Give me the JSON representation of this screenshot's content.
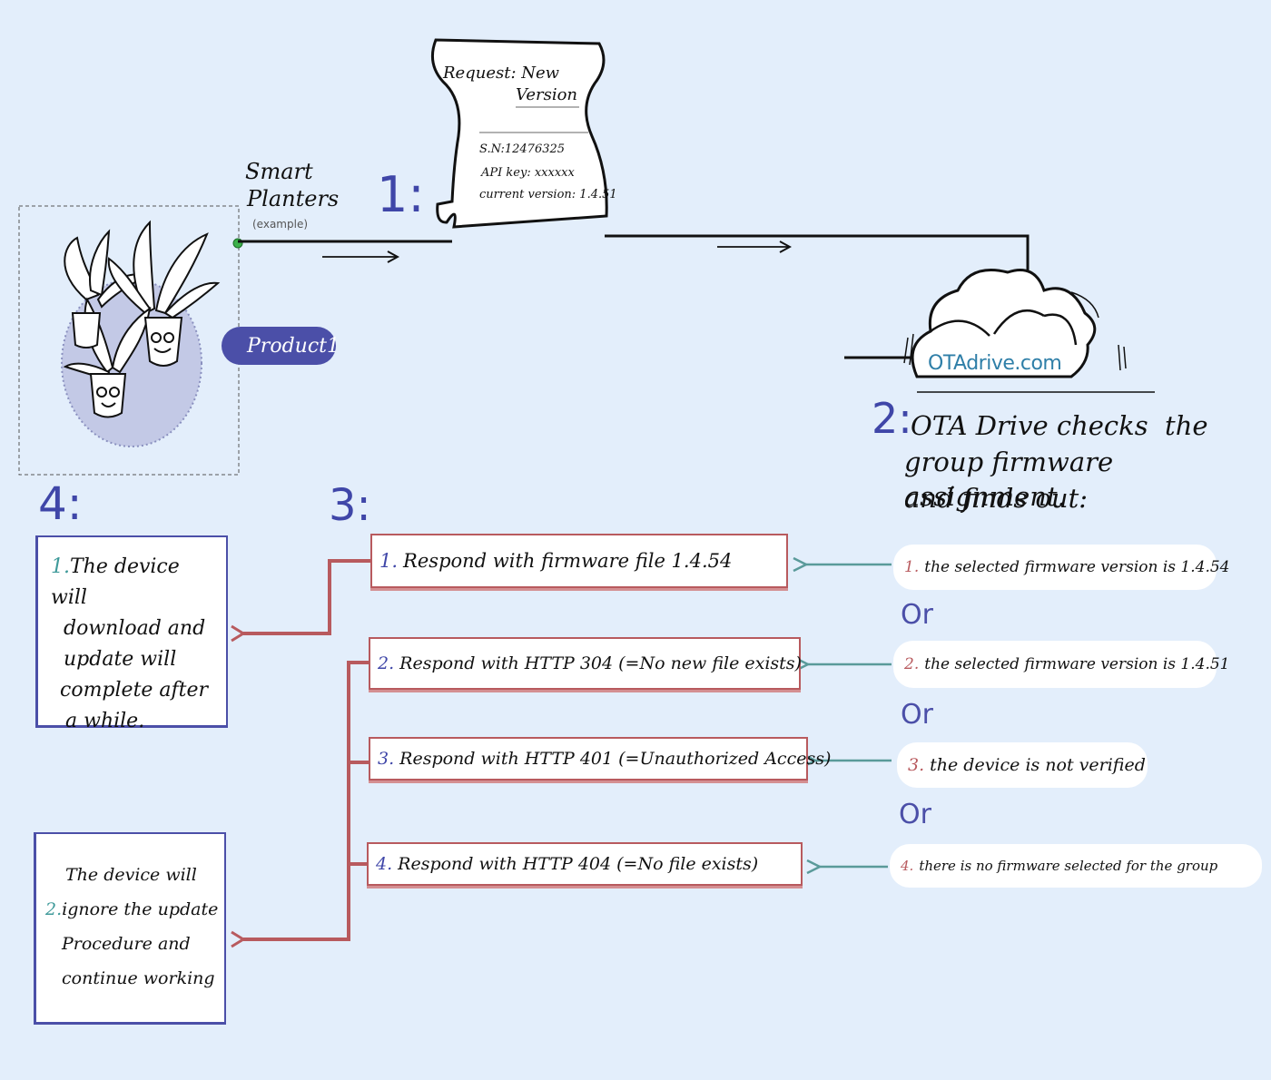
{
  "steps": {
    "s1": "1:",
    "s2": "2:",
    "s3": "3:",
    "s4": "4:"
  },
  "request_doc": {
    "title_line1": "Request: New",
    "title_line2": "Version",
    "serial": "S.N:12476325",
    "api_key": "API key: xxxxxx",
    "current_version": "current version: 1.4.51"
  },
  "device": {
    "title_line1": "Smart",
    "title_line2": "Planters",
    "subtitle": "(example)",
    "group_label": "Product1"
  },
  "cloud": {
    "label": "OTAdrive.com"
  },
  "check": {
    "line1": "OTA Drive checks  the",
    "line2": "group firmware assignment.",
    "line3": "and finds out:"
  },
  "responses": [
    {
      "num": "1.",
      "text": "Respond with firmware file 1.4.54"
    },
    {
      "num": "2.",
      "text": "Respond with HTTP 304 (=No new file exists)"
    },
    {
      "num": "3.",
      "text": "Respond with HTTP 401 (=Unauthorized Access)"
    },
    {
      "num": "4.",
      "text": "Respond with HTTP 404 (=No file exists)"
    }
  ],
  "conditions": [
    {
      "num": "1.",
      "text": "the selected firmware version is 1.4.54"
    },
    {
      "num": "2.",
      "text": "the selected firmware version is 1.4.51"
    },
    {
      "num": "3.",
      "text": "the device is not verified"
    },
    {
      "num": "4.",
      "text": "there is no firmware selected for the group"
    }
  ],
  "or_label": "Or",
  "outcomes": [
    {
      "num": "1.",
      "line1": "The device will",
      "line2": "download and",
      "line3": "update will",
      "line4": "complete after",
      "line5": "a while."
    },
    {
      "num": "2.",
      "line1": "The device will",
      "line2": "ignore the update",
      "line3": "Procedure and",
      "line4": "continue working",
      "line5": ""
    }
  ],
  "colors": {
    "background": "#e3eefb",
    "step_number": "#3f46a8",
    "response_border": "#b85a5e",
    "condition_arrow": "#5a9a9a",
    "outcome_border": "#4b4fa8",
    "group_pill": "#4b4fa8"
  }
}
